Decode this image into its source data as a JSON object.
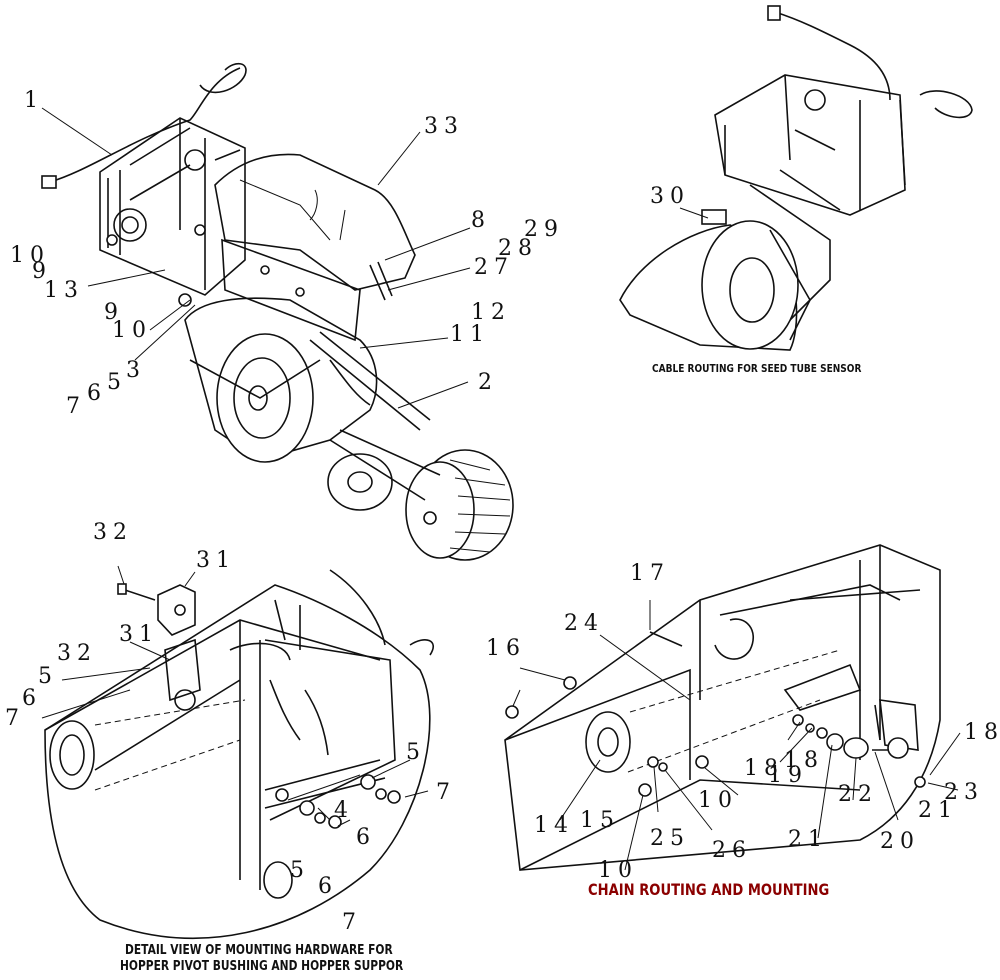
{
  "callouts": {
    "main": [
      "1",
      "33",
      "8",
      "29",
      "28",
      "27",
      "12",
      "11",
      "2",
      "10",
      "9",
      "13",
      "9",
      "10",
      "3",
      "7",
      "6",
      "5"
    ],
    "sensor": [
      "30"
    ],
    "hopper": [
      "32",
      "31",
      "31",
      "32",
      "5",
      "6",
      "7",
      "5",
      "7",
      "4",
      "6",
      "5",
      "6",
      "7"
    ],
    "chain": [
      "17",
      "24",
      "16",
      "18",
      "18",
      "19",
      "18",
      "23",
      "10",
      "15",
      "14",
      "10",
      "25",
      "26",
      "22",
      "21",
      "21",
      "20"
    ]
  },
  "captions": {
    "sensor": "CABLE ROUTING FOR SEED TUBE SENSOR",
    "chain": "CHAIN ROUTING AND MOUNTING",
    "hopper_line1": "DETAIL VIEW OF MOUNTING HARDWARE FOR",
    "hopper_line2": "HOPPER PIVOT BUSHING AND HOPPER SUPPOR"
  }
}
